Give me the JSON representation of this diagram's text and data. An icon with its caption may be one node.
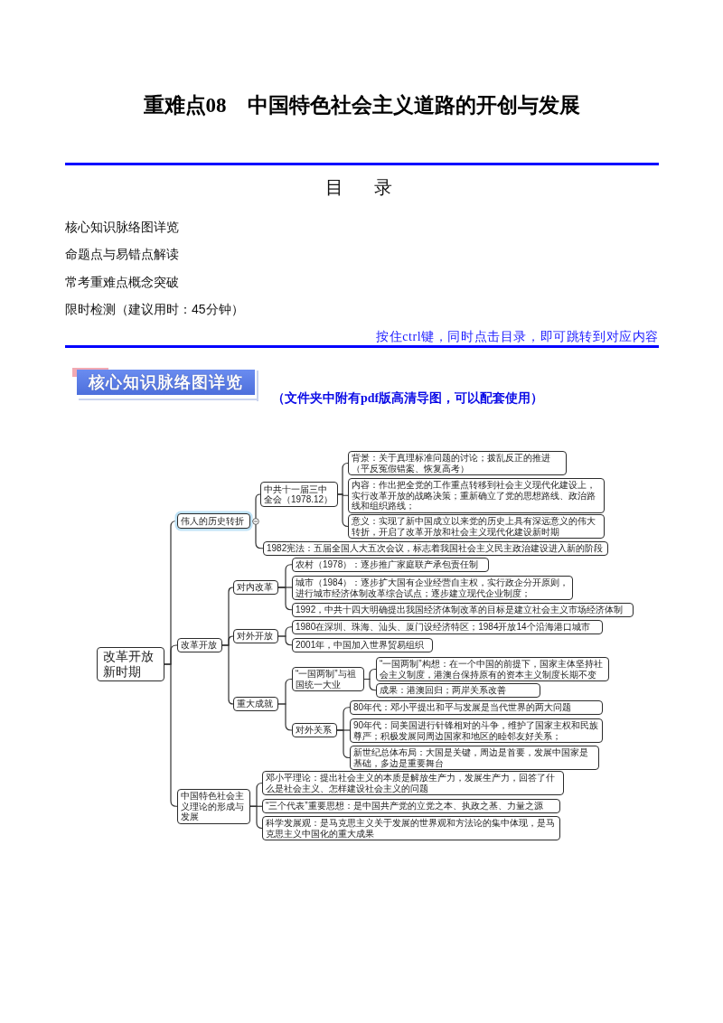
{
  "diagram": {
    "title": "重难点08　中国特色社会主义道路的开创与发展",
    "nodes": [
      {
        "text": [
          "核心知识脉络图详览"
        ]
      },
      {
        "text": [
          "改革开放新时期"
        ]
      },
      {
        "text": [
          "伟人的历史转折"
        ]
      },
      {
        "text": [
          "中共十一届三中全会（1978.12）"
        ]
      },
      {
        "text": [
          "背景：关于真理标准问题的讨论；拨乱反正的推进（平反冤假错案、恢复高考）"
        ]
      },
      {
        "text": [
          "内容：作出把全党的工作重点转移到社会主义现代化建设上，实行改革开放的战略决策；重新确立了党的思想路线、政治路线和组织路线；"
        ]
      },
      {
        "text": [
          "意义：实现了新中国成立以来党的历史上具有深远意义的伟大转折，开启了改革开放和社会主义现代化建设新时期"
        ]
      },
      {
        "text": [
          "1982宪法：五届全国人大五次会议，标志着我国社会主义民主政治建设进入新的阶段"
        ]
      },
      {
        "text": [
          "对内改革"
        ]
      },
      {
        "text": [
          "农村（1978）：逐步推广家庭联产承包责任制"
        ]
      },
      {
        "text": [
          "城市（1984）：逐步扩大国有企业经营自主权，实行政企分开原则，进行城市经济体制改革综合试点；逐步建立现代企业制度；"
        ]
      },
      {
        "text": [
          "1992，中共十四大明确提出我国经济体制改革的目标是建立社会主义市场经济体制"
        ]
      },
      {
        "text": [
          "改革开放"
        ]
      },
      {
        "text": [
          "对外开放"
        ]
      },
      {
        "text": [
          "1980在深圳、珠海、汕头、厦门设经济特区；1984开放14个沿海港口城市"
        ]
      },
      {
        "text": [
          "2001年，中国加入世界贸易组织"
        ]
      },
      {
        "text": [
          "重大成就"
        ]
      },
      {
        "text": [
          "“一国两制”与祖国统一大业"
        ]
      },
      {
        "text": [
          "“一国两制”构想：在一个中国的前提下，国家主体坚持社会主义制度，港澳台保持原有的资本主义制度长期不变"
        ]
      },
      {
        "text": [
          "成果：港澳回归；两岸关系改善"
        ]
      },
      {
        "text": [
          "对外关系"
        ]
      },
      {
        "text": [
          "80年代：邓小平提出和平与发展是当代世界的两大问题"
        ]
      },
      {
        "text": [
          "90年代：同美国进行针锋相对的斗争，维护了国家主权和民族尊严；积极发展同周边国家和地区的睦邻友好关系；"
        ]
      },
      {
        "text": [
          "新世纪总体布局：大国是关键，周边是首要，发展中国家是基础，多边是重要舞台"
        ]
      },
      {
        "text": [
          "中国特色社会主义理论的形成与发展"
        ]
      },
      {
        "text": [
          "邓小平理论：提出社会主义的本质是解放生产力，发展生产力，回答了什么是社会主义、怎样建设社会主义的问题"
        ]
      },
      {
        "text": [
          "“三个代表”重要思想：是中国共产党的立党之本、执政之基、力量之源"
        ]
      },
      {
        "text": [
          "科学发展观：是马克思主义关于发展的世界观和方法论的集中体现，是马克思主义中国化的重大成果"
        ]
      }
    ],
    "edges": [
      {
        "from": 1,
        "to": 2,
        "arrow": "none"
      },
      {
        "from": 2,
        "to": 3,
        "arrow": "none"
      },
      {
        "from": 3,
        "to": 4,
        "arrow": "none"
      },
      {
        "from": 3,
        "to": 5,
        "arrow": "none"
      },
      {
        "from": 3,
        "to": 6,
        "arrow": "none"
      },
      {
        "from": 2,
        "to": 7,
        "arrow": "none"
      },
      {
        "from": 1,
        "to": 12,
        "arrow": "none"
      },
      {
        "from": 12,
        "to": 8,
        "arrow": "none"
      },
      {
        "from": 8,
        "to": 9,
        "arrow": "none"
      },
      {
        "from": 8,
        "to": 10,
        "arrow": "none"
      },
      {
        "from": 8,
        "to": 11,
        "arrow": "none"
      },
      {
        "from": 12,
        "to": 13,
        "arrow": "none"
      },
      {
        "from": 13,
        "to": 14,
        "arrow": "none"
      },
      {
        "from": 13,
        "to": 15,
        "arrow": "none"
      },
      {
        "from": 12,
        "to": 16,
        "arrow": "none"
      },
      {
        "from": 16,
        "to": 17,
        "arrow": "none"
      },
      {
        "from": 17,
        "to": 18,
        "arrow": "none"
      },
      {
        "from": 17,
        "to": 19,
        "arrow": "none"
      },
      {
        "from": 16,
        "to": 20,
        "arrow": "none"
      },
      {
        "from": 20,
        "to": 21,
        "arrow": "none"
      },
      {
        "from": 20,
        "to": 22,
        "arrow": "none"
      },
      {
        "from": 20,
        "to": 23,
        "arrow": "none"
      },
      {
        "from": 1,
        "to": 24,
        "arrow": "none"
      },
      {
        "from": 24,
        "to": 25,
        "arrow": "none"
      },
      {
        "from": 24,
        "to": 26,
        "arrow": "none"
      },
      {
        "from": 24,
        "to": 27,
        "arrow": "none"
      }
    ],
    "labels": [
      "目　录",
      "核心知识脉络图详览",
      "命题点与易错点解读",
      "常考重难点概念突破",
      "限时检测（建议用时：45分钟）",
      "按住ctrl键，同时点击目录，即可跳转到对应内容",
      "（文件夹中附有pdf版高清导图，可以配套使用）"
    ]
  }
}
